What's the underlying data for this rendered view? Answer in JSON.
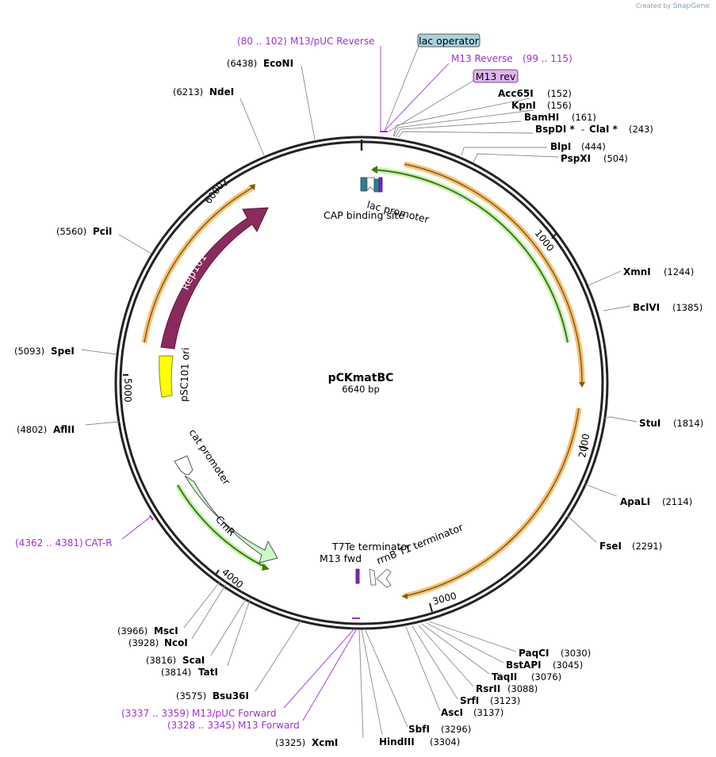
{
  "credit": {
    "prefix": "Created by",
    "brand": "SnapGene"
  },
  "plasmid": {
    "name": "pCKmatBC",
    "size": "6640 bp"
  },
  "ticks": [
    "1000",
    "2000",
    "3000",
    "4000",
    "5000",
    "6000"
  ],
  "enzymes": [
    {
      "name": "EcoNI",
      "pos": "(6438)"
    },
    {
      "name": "NdeI",
      "pos": "(6213)"
    },
    {
      "name": "Acc65I",
      "pos": "(152)"
    },
    {
      "name": "KpnI",
      "pos": "(156)"
    },
    {
      "name": "BamHI",
      "pos": "(161)"
    },
    {
      "name": "BspDI *",
      "pos": "(243)",
      "extra": "ClaI *"
    },
    {
      "name": "BlpI",
      "pos": "(444)"
    },
    {
      "name": "PspXI",
      "pos": "(504)"
    },
    {
      "name": "XmnI",
      "pos": "(1244)"
    },
    {
      "name": "BclVI",
      "pos": "(1385)"
    },
    {
      "name": "StuI",
      "pos": "(1814)"
    },
    {
      "name": "ApaLI",
      "pos": "(2114)"
    },
    {
      "name": "FseI",
      "pos": "(2291)"
    },
    {
      "name": "PaqCI",
      "pos": "(3030)"
    },
    {
      "name": "BstAPI",
      "pos": "(3045)"
    },
    {
      "name": "TaqII",
      "pos": "(3076)"
    },
    {
      "name": "RsrII",
      "pos": "(3088)"
    },
    {
      "name": "SrfI",
      "pos": "(3123)"
    },
    {
      "name": "AscI",
      "pos": "(3137)"
    },
    {
      "name": "SbfI",
      "pos": "(3296)"
    },
    {
      "name": "HindIII",
      "pos": "(3304)"
    },
    {
      "name": "XcmI",
      "pos": "(3325)"
    },
    {
      "name": "Bsu36I",
      "pos": "(3575)"
    },
    {
      "name": "TatI",
      "pos": "(3814)"
    },
    {
      "name": "ScaI",
      "pos": "(3816)"
    },
    {
      "name": "NcoI",
      "pos": "(3928)"
    },
    {
      "name": "MscI",
      "pos": "(3966)"
    },
    {
      "name": "AflII",
      "pos": "(4802)"
    },
    {
      "name": "SpeI",
      "pos": "(5093)"
    },
    {
      "name": "PciI",
      "pos": "(5560)"
    }
  ],
  "primers": [
    {
      "name": "M13/pUC Reverse",
      "range": "(80 .. 102)"
    },
    {
      "name": "M13 Reverse",
      "range": "(99 .. 115)"
    },
    {
      "name": "CAT-R",
      "range": "(4362 .. 4381)"
    },
    {
      "name": "M13/pUC Forward",
      "range": "(3337 .. 3359)"
    },
    {
      "name": "M13 Forward",
      "range": "(3328 .. 3345)"
    }
  ],
  "boxed": {
    "lac_operator": "lac operator",
    "m13_rev": "M13 rev"
  },
  "features": {
    "rep101": "Rep101",
    "psc101_ori": "pSC101 ori",
    "cmr": "CmR",
    "cat_promoter": "cat promoter",
    "lac_promoter": "lac promoter",
    "cap_site": "CAP binding site",
    "t7te": "T7Te terminator",
    "m13_fwd": "M13 fwd",
    "rrnb": "rrnB T1 terminator"
  }
}
